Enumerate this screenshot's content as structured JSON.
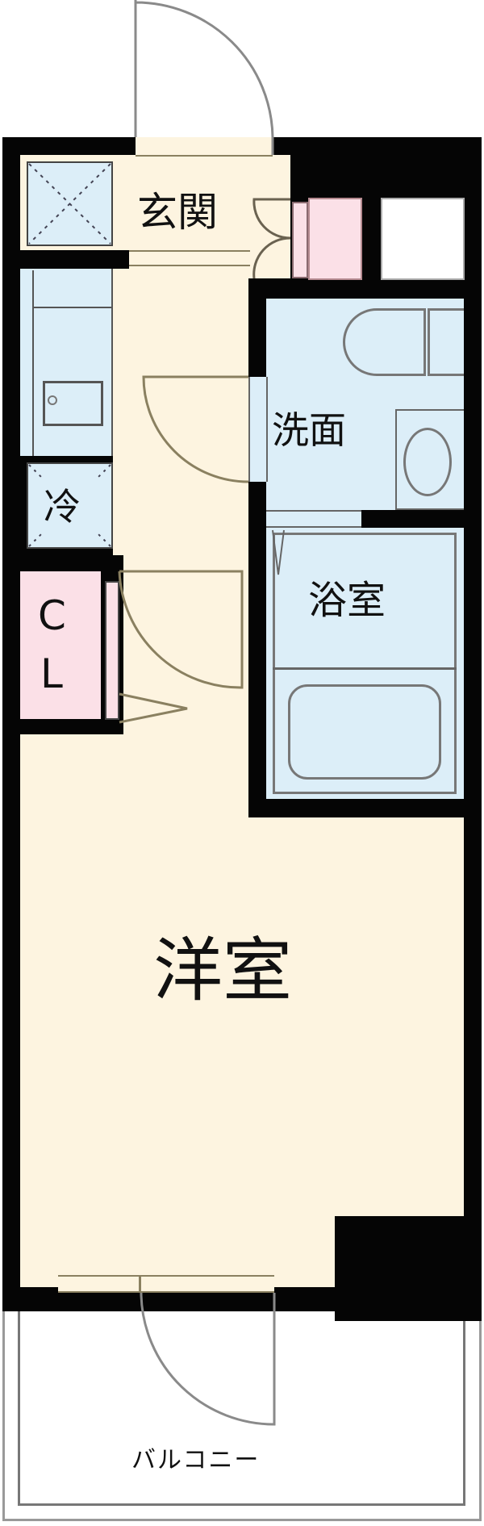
{
  "floorplan": {
    "rooms": {
      "entrance": {
        "label": "玄関"
      },
      "washroom": {
        "label": "洗面"
      },
      "refrigerator": {
        "label": "冷"
      },
      "bathroom": {
        "label": "浴室"
      },
      "closet": {
        "label_line1": "C",
        "label_line2": "L"
      },
      "western_room": {
        "label": "洋室"
      },
      "balcony": {
        "label": "バルコニー"
      }
    },
    "colors": {
      "wall": "#050505",
      "floor": "#fdf4e0",
      "wet_area": "#dceef8",
      "storage": "#fbe0e7",
      "line": "#8a8a8a"
    }
  }
}
